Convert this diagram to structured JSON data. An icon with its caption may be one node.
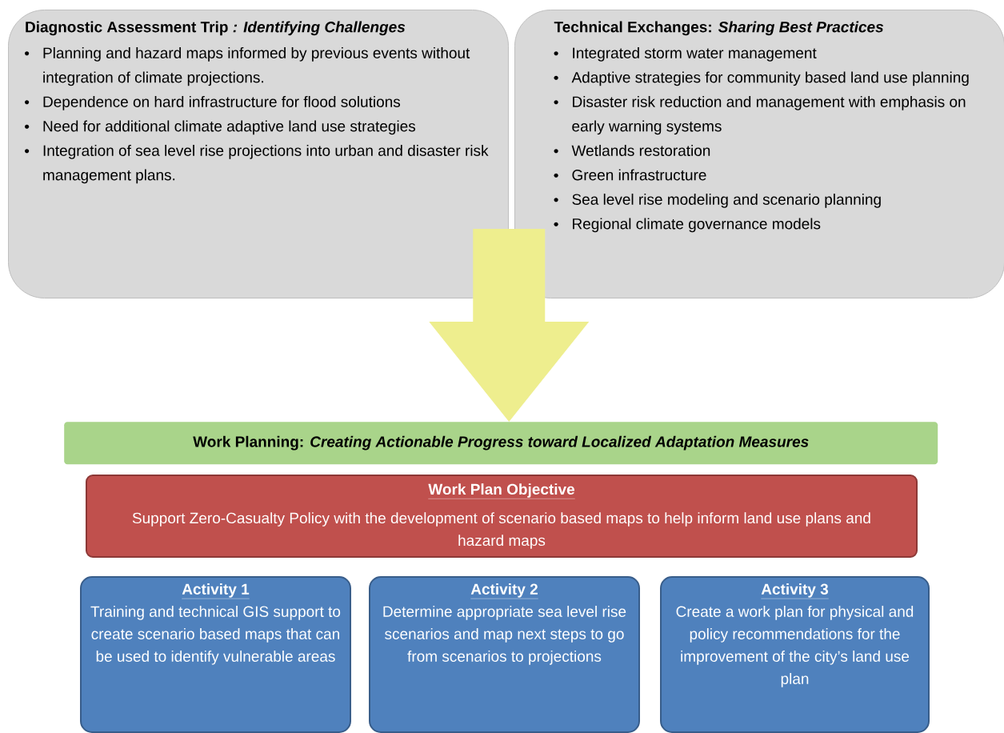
{
  "diagram": {
    "nodes": [
      {
        "text": [
          "Diagnostic Assessment Trip *: Identifying Challenges*",
          "Planning and hazard maps informed by previous events without integration of climate projections.",
          "Dependence on hard infrastructure for flood solutions",
          "Need for additional climate adaptive land use strategies",
          "Integration of sea level rise projections into urban and disaster risk management plans."
        ]
      },
      {
        "text": [
          "Technical Exchanges: *Sharing Best Practices*",
          "Integrated storm water management",
          "Adaptive strategies for community based land use planning",
          "Disaster risk reduction and management with emphasis on early warning systems",
          "Wetlands restoration",
          "Green infrastructure",
          "Sea level rise modeling and scenario planning",
          "Regional climate governance models"
        ]
      },
      {
        "text": [
          "Work Planning: *Creating Actionable Progress toward Localized Adaptation Measures*"
        ]
      },
      {
        "text": [
          "Work Plan Objective",
          "Support Zero-Casualty Policy with the development of scenario based maps to help inform land use plans and hazard maps"
        ]
      },
      {
        "text": [
          "Activity 1",
          "Training and technical GIS support to create scenario based maps that can be used to identify vulnerable areas"
        ]
      },
      {
        "text": [
          "Activity 2",
          "Determine appropriate sea level rise scenarios and map next steps to go from scenarios to projections"
        ]
      },
      {
        "text": [
          "Activity 3",
          "Create a work plan for physical and policy recommendations for the improvement of the city’s land use plan"
        ]
      }
    ],
    "edges": [
      {
        "from": 0,
        "to": 2,
        "arrow": "to"
      },
      {
        "from": 1,
        "to": 2,
        "arrow": "to"
      }
    ]
  }
}
